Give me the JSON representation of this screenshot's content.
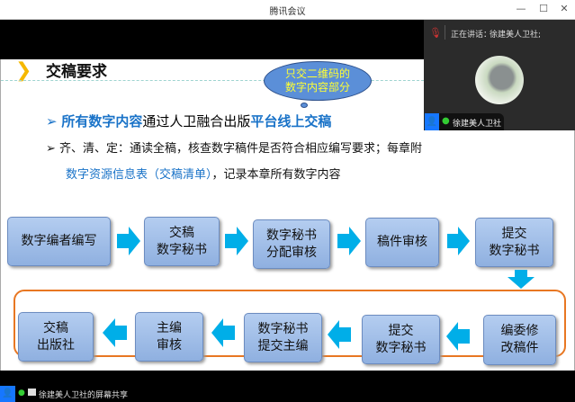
{
  "window": {
    "title": "腾讯会议",
    "minimize": "—",
    "maximize": "☐",
    "close": "✕"
  },
  "video": {
    "speaking_label": "正在讲话：",
    "speaker": "徐建美人卫社;",
    "participant_name": "徐建美人卫社"
  },
  "slide": {
    "title": "交稿要求",
    "callout": "只交二维码的\n数字内容部分",
    "bullet1": {
      "a": "所有数字内容",
      "b": "通过人卫融合出版",
      "c": "平台线上交稿"
    },
    "bullet2": {
      "a": "齐、清、定：通读全稿，核查数字稿件是否符合相应编写要求；每章附",
      "b": "数字资源信息表（交稿清单）",
      "c": "，记录本章所有数字内容"
    },
    "flow_row1": [
      "数字编者编写",
      "交稿\n数字秘书",
      "数字秘书\n分配审核",
      "稿件审核",
      "提交\n数字秘书"
    ],
    "flow_row2": [
      "交稿\n出版社",
      "主编\n审核",
      "数字秘书\n提交主编",
      "提交\n数字秘书",
      "编委修\n改稿件"
    ]
  },
  "status": {
    "share_label": "徐建美人卫社的屏幕共享"
  },
  "colors": {
    "accent_blue": "#1a73c8",
    "arrow": "#00aee8",
    "orange": "#e87722",
    "chevron": "#f5b800"
  }
}
